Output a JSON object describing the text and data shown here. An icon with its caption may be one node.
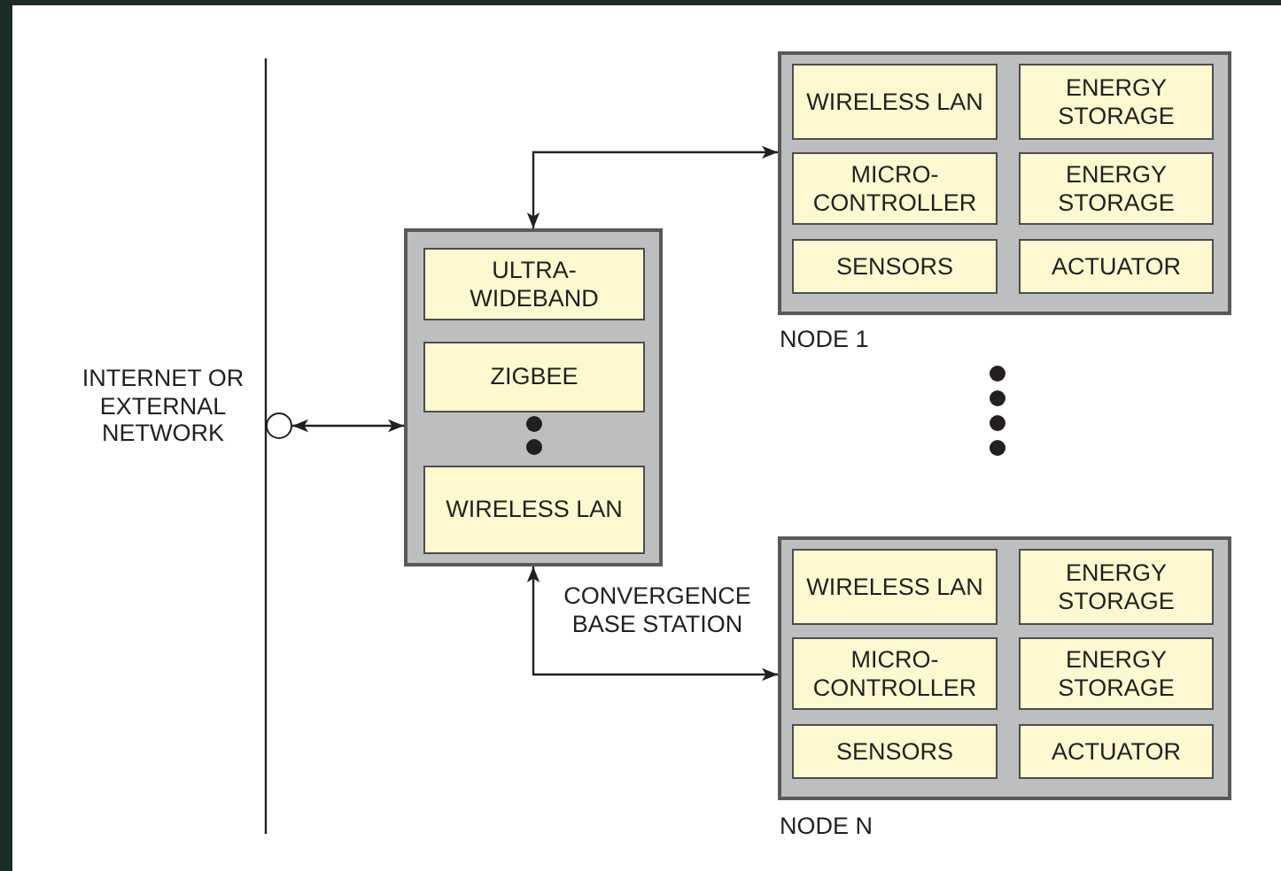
{
  "diagram": {
    "nodes": [
      {
        "text": [],
        "shape": "circle",
        "beside": [
          "INTERNET OR EXTERNAL NETWORK"
        ]
      },
      {
        "text": [],
        "shape": "box",
        "beside": [
          "CONVERGENCE BASE STATION"
        ]
      },
      {
        "text": [
          "ULTRA-WIDEBAND"
        ],
        "in": 1
      },
      {
        "text": [
          "ZIGBEE"
        ],
        "in": 1
      },
      {
        "text": [
          "WIRELESS LAN"
        ],
        "in": 1
      },
      {
        "text": [],
        "shape": "box",
        "beside": [
          "NODE 1"
        ]
      },
      {
        "text": [
          "WIRELESS LAN"
        ],
        "in": 5
      },
      {
        "text": [
          "ENERGY STORAGE"
        ],
        "in": 5
      },
      {
        "text": [
          "MICRO-CONTROLLER"
        ],
        "in": 5
      },
      {
        "text": [
          "ENERGY STORAGE"
        ],
        "in": 5
      },
      {
        "text": [
          "SENSORS"
        ],
        "in": 5
      },
      {
        "text": [
          "ACTUATOR"
        ],
        "in": 5
      },
      {
        "text": [],
        "shape": "box",
        "beside": [
          "NODE N"
        ]
      },
      {
        "text": [
          "WIRELESS LAN"
        ],
        "in": 12
      },
      {
        "text": [
          "ENERGY STORAGE"
        ],
        "in": 12
      },
      {
        "text": [
          "MICRO-CONTROLLER"
        ],
        "in": 12
      },
      {
        "text": [
          "ENERGY STORAGE"
        ],
        "in": 12
      },
      {
        "text": [
          "SENSORS"
        ],
        "in": 12
      },
      {
        "text": [
          "ACTUATOR"
        ],
        "in": 12
      }
    ],
    "edges": [
      {
        "from": 0,
        "to": 1,
        "arrow": "both"
      },
      {
        "from": 1,
        "to": 5,
        "arrow": "both"
      },
      {
        "from": 1,
        "to": 12,
        "arrow": "both"
      }
    ]
  }
}
